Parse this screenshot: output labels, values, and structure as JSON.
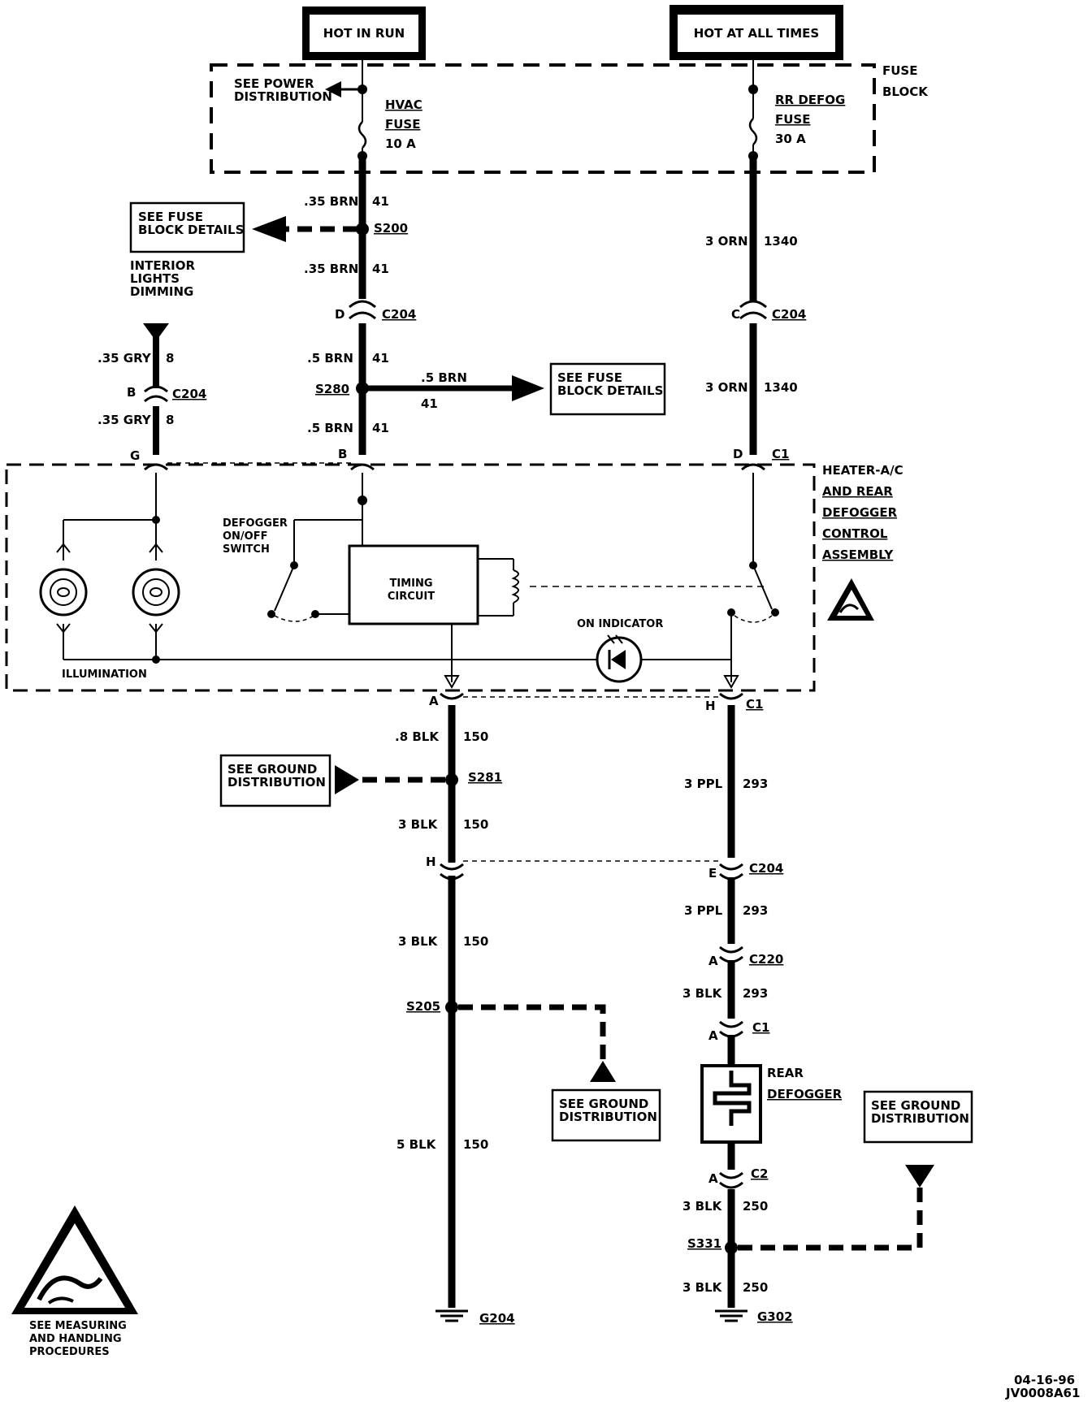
{
  "sources": {
    "run": "HOT IN RUN",
    "always": "HOT AT ALL TIMES"
  },
  "fuse_block": {
    "label_1": "FUSE",
    "label_2": "BLOCK",
    "see_power_1": "SEE POWER",
    "see_power_2": "DISTRIBUTION",
    "hvac_fuse": [
      "HVAC",
      "FUSE",
      "10 A"
    ],
    "rr_defog_fuse": [
      "RR DEFOG",
      "FUSE",
      "30 A"
    ]
  },
  "left_branch": {
    "fuse_box": [
      "SEE FUSE",
      "BLOCK DETAILS"
    ],
    "interior": [
      "INTERIOR",
      "LIGHTS",
      "DIMMING"
    ]
  },
  "wires": {
    "w035brn": ".35 BRN",
    "w41": "41",
    "w5brn": ".5 BRN",
    "w035gry": ".35 GRY",
    "w8": "8",
    "w3orn": "3 ORN",
    "w1340": "1340",
    "w8blk": ".8 BLK",
    "w150": "150",
    "w3blk": "3 BLK",
    "w5blk": "5 BLK",
    "w3ppl": "3 PPL",
    "w293": "293",
    "w250": "250"
  },
  "connectors": {
    "c204": "C204",
    "c1": "C1",
    "c2": "C2",
    "c220": "C220",
    "pin_a": "A",
    "pin_b": "B",
    "pin_c": "C",
    "pin_d": "D",
    "pin_e": "E",
    "pin_g": "G",
    "pin_h": "H"
  },
  "splices": {
    "s200": "S200",
    "s280": "S280",
    "s281": "S281",
    "s205": "S205",
    "s331": "S331"
  },
  "grounds": {
    "g204": "G204",
    "g302": "G302",
    "see_ground": [
      "SEE GROUND",
      "DISTRIBUTION"
    ]
  },
  "s280_box": [
    "SEE FUSE",
    "BLOCK DETAILS"
  ],
  "module": {
    "name": [
      "HEATER-A/C",
      "AND REAR",
      "DEFOGGER",
      "CONTROL",
      "ASSEMBLY"
    ],
    "switch": [
      "DEFOGGER",
      "ON/OFF",
      "SWITCH"
    ],
    "timing": [
      "TIMING",
      "CIRCUIT"
    ],
    "on_indicator": "ON INDICATOR",
    "illumination": "ILLUMINATION"
  },
  "rear_defogger": [
    "REAR",
    "DEFOGGER"
  ],
  "esd": [
    "SEE MEASURING",
    "AND HANDLING",
    "PROCEDURES"
  ],
  "footer": {
    "date": "04-16-96",
    "code": "JV0008A61"
  }
}
